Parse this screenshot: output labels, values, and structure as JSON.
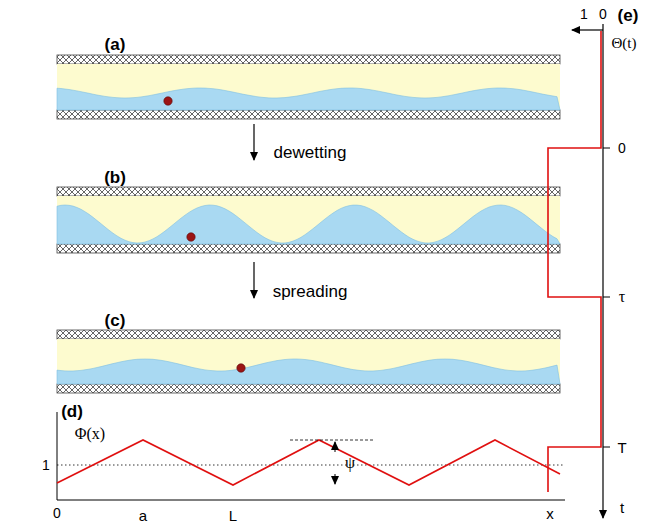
{
  "diagram": {
    "labels": [
      "(a)",
      "(b)",
      "dewetting",
      "(c)",
      "spreading",
      "(d)",
      "Φ(x)",
      "1",
      "0",
      "a",
      "L",
      "x",
      "ψ",
      "(e)",
      "1",
      "0",
      "Θ(t)",
      "0",
      "τ",
      "T",
      "t"
    ]
  }
}
